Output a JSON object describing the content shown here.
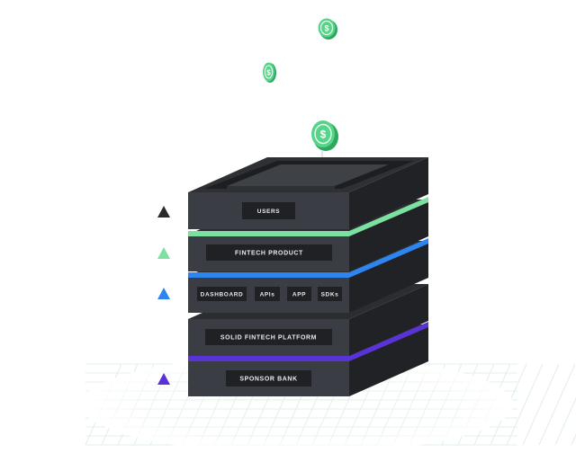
{
  "layers": {
    "users": "USERS",
    "fintech_product": "FINTECH PRODUCT",
    "dashboard": "DASHBOARD",
    "apis": "APIs",
    "app": "APP",
    "sdks": "SDKs",
    "platform": "SOLID FINTECH PLATFORM",
    "sponsor_bank": "SPONSOR BANK"
  },
  "coin_symbol": "$",
  "colors": {
    "slab_front": "#3a3d43",
    "slab_side": "#202226",
    "slab_top": "#2b2d31",
    "label_box": "#1f2125",
    "green": "#7be0a0",
    "blue": "#2d86f0",
    "purple": "#5a33d6",
    "dark_marker": "#2a2b2e",
    "coin": "#43c977",
    "grid": "#dff0e5"
  }
}
